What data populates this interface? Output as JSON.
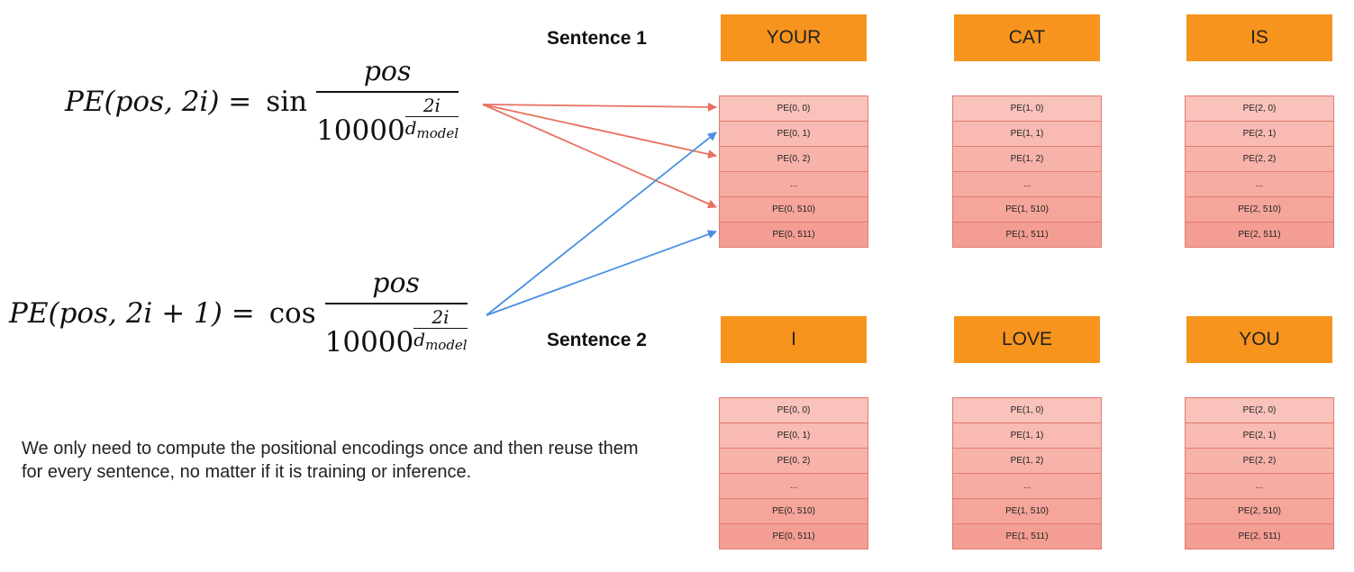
{
  "formulas": {
    "sin": {
      "lhs": "PE(pos, 2i) =",
      "fn": "sin",
      "numerator": "pos",
      "base": "10000",
      "exp_numerator": "2i",
      "exp_denominator": "d",
      "exp_denominator_sub": "model"
    },
    "cos": {
      "lhs": "PE(pos, 2i + 1) =",
      "fn": "cos",
      "numerator": "pos",
      "base": "10000",
      "exp_numerator": "2i",
      "exp_denominator": "d",
      "exp_denominator_sub": "model"
    }
  },
  "sentences": [
    {
      "label": "Sentence 1",
      "tokens": [
        "YOUR",
        "CAT",
        "IS"
      ]
    },
    {
      "label": "Sentence 2",
      "tokens": [
        "I",
        "LOVE",
        "YOU"
      ]
    }
  ],
  "encodings": [
    [
      "PE(0, 0)",
      "PE(0, 1)",
      "PE(0, 2)",
      "...",
      "PE(0, 510)",
      "PE(0, 511)"
    ],
    [
      "PE(1, 0)",
      "PE(1, 1)",
      "PE(1, 2)",
      "...",
      "PE(1, 510)",
      "PE(1, 511)"
    ],
    [
      "PE(2, 0)",
      "PE(2, 1)",
      "PE(2, 2)",
      "...",
      "PE(2, 510)",
      "PE(2, 511)"
    ]
  ],
  "note": "We only need to compute the positional encodings once and then reuse them for every sentence, no matter if it is training or inference.",
  "colors": {
    "token_fill": "#f7941d",
    "sin_arrow": "#e8705f",
    "cos_arrow": "#4a90e2"
  }
}
